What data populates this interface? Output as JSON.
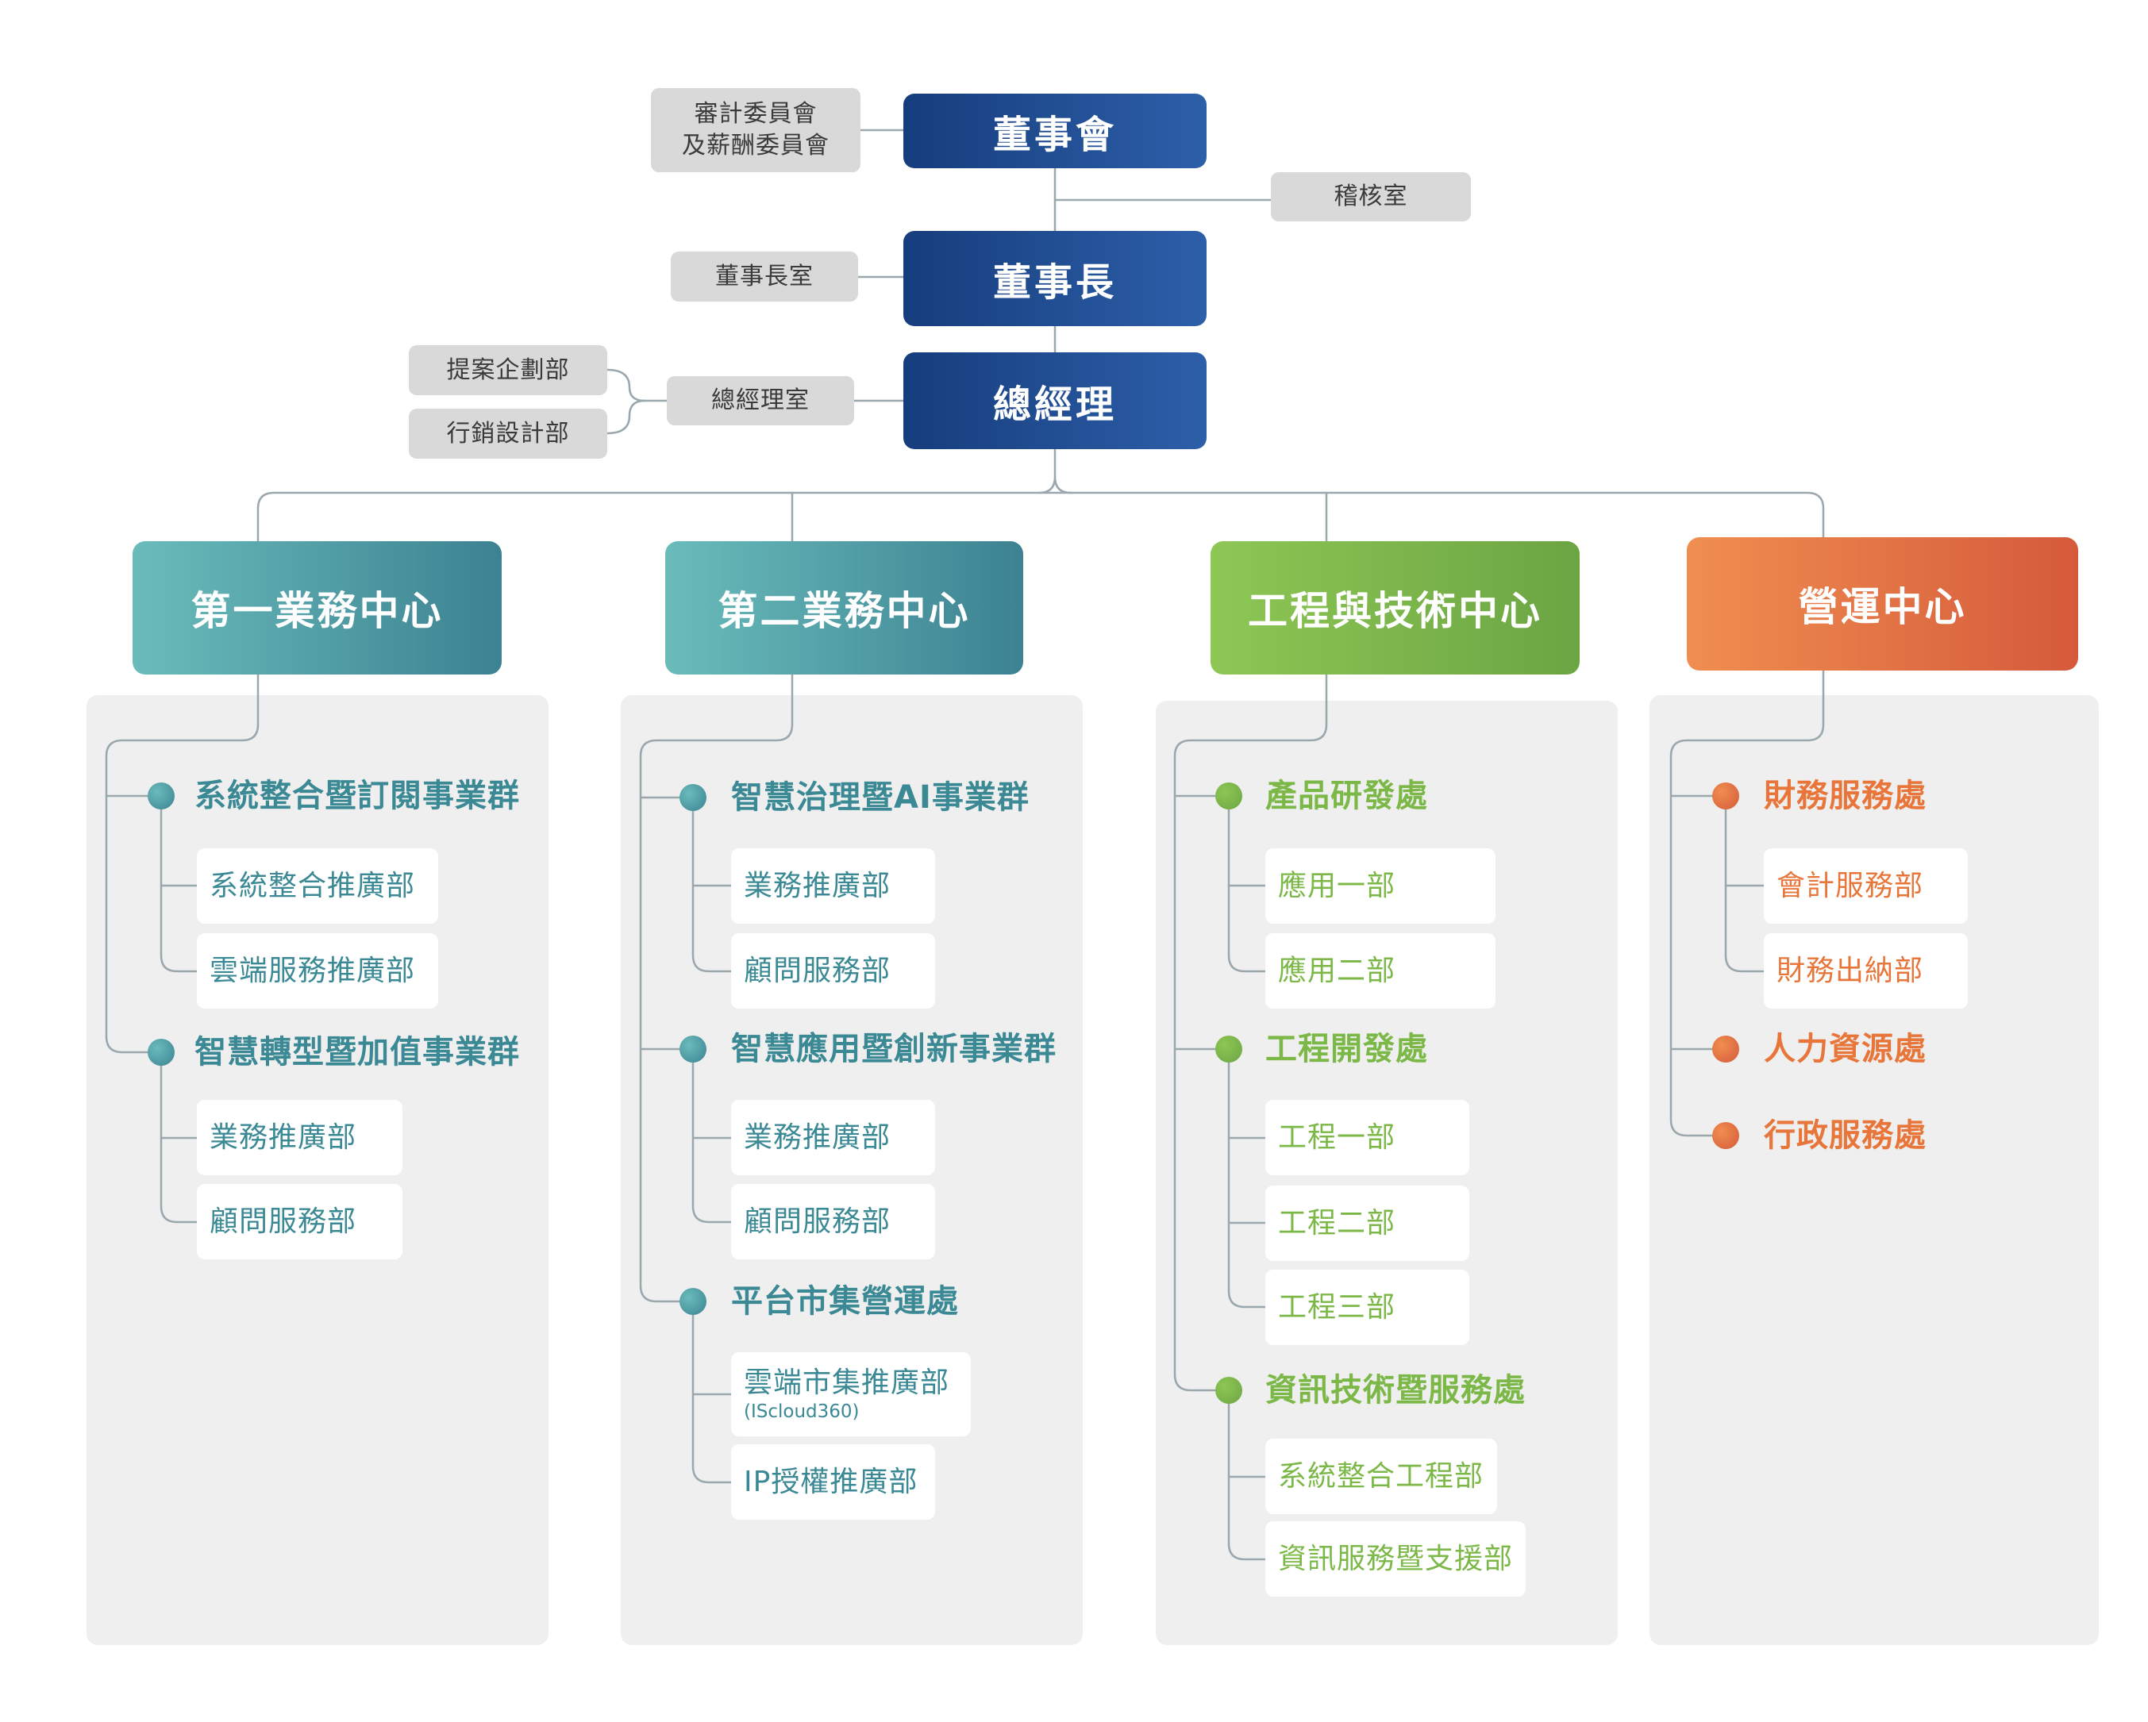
{
  "colors": {
    "navy_start": "#163d7d",
    "navy_end": "#2d5fa9",
    "gray_box": "#d9d9d9",
    "gray_text": "#3a3a3a",
    "panel": "#efefef",
    "line": "#9aa7ad",
    "dept_box": "#ffffff",
    "teal_start": "#6abcbb",
    "teal_end": "#3c8292",
    "teal_text": "#3b8994",
    "green_start": "#8ec754",
    "green_end": "#6ba543",
    "green_text": "#7cb848",
    "orange_start": "#f08e50",
    "orange_end": "#d55a3b",
    "orange_text": "#e8763a"
  },
  "top": {
    "board": "董事會",
    "committees": [
      "審計委員會",
      "及薪酬委員會"
    ],
    "audit_office": "稽核室",
    "chairman": "董事長",
    "chairman_office": "董事長室",
    "president": "總經理",
    "president_office": "總經理室",
    "proposal_planning": "提案企劃部",
    "marketing_design": "行銷設計部"
  },
  "centers": [
    {
      "name": "第一業務中心",
      "units": [
        {
          "name": "系統整合暨訂閱事業群",
          "depts": [
            {
              "name": "系統整合推廣部"
            },
            {
              "name": "雲端服務推廣部"
            }
          ]
        },
        {
          "name": "智慧轉型暨加值事業群",
          "depts": [
            {
              "name": "業務推廣部"
            },
            {
              "name": "顧問服務部"
            }
          ]
        }
      ]
    },
    {
      "name": "第二業務中心",
      "units": [
        {
          "name": "智慧治理暨AI事業群",
          "depts": [
            {
              "name": "業務推廣部"
            },
            {
              "name": "顧問服務部"
            }
          ]
        },
        {
          "name": "智慧應用暨創新事業群",
          "depts": [
            {
              "name": "業務推廣部"
            },
            {
              "name": "顧問服務部"
            }
          ]
        },
        {
          "name": "平台市集營運處",
          "depts": [
            {
              "name": "雲端市集推廣部",
              "note": "(IScloud360)"
            },
            {
              "name": "IP授權推廣部"
            }
          ]
        }
      ]
    },
    {
      "name": "工程與技術中心",
      "units": [
        {
          "name": "產品研發處",
          "depts": [
            {
              "name": "應用一部"
            },
            {
              "name": "應用二部"
            }
          ]
        },
        {
          "name": "工程開發處",
          "depts": [
            {
              "name": "工程一部"
            },
            {
              "name": "工程二部"
            },
            {
              "name": "工程三部"
            }
          ]
        },
        {
          "name": "資訊技術暨服務處",
          "depts": [
            {
              "name": "系統整合工程部"
            },
            {
              "name": "資訊服務暨支援部"
            }
          ]
        }
      ]
    },
    {
      "name": "營運中心",
      "units": [
        {
          "name": "財務服務處",
          "depts": [
            {
              "name": "會計服務部"
            },
            {
              "name": "財務出納部"
            }
          ]
        },
        {
          "name": "人力資源處",
          "depts": []
        },
        {
          "name": "行政服務處",
          "depts": []
        }
      ]
    }
  ]
}
